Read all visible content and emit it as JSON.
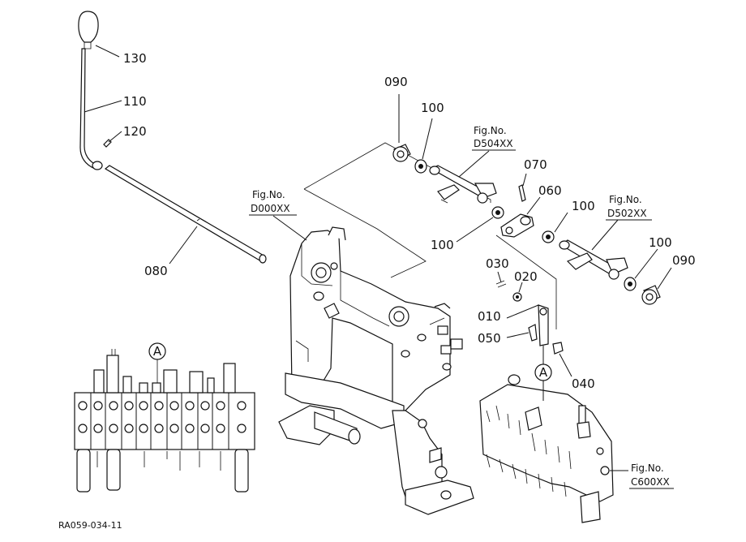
{
  "parts": {
    "p130": "130",
    "p110": "110",
    "p120": "120",
    "p080": "080",
    "p090a": "090",
    "p100a": "100",
    "p070": "070",
    "p060": "060",
    "p100b": "100",
    "p100c": "100",
    "p100d": "100",
    "p090b": "090",
    "p030": "030",
    "p020": "020",
    "p010": "010",
    "p050": "050",
    "p040": "040"
  },
  "refs": {
    "fig_prefix": "Fig.No.",
    "d504": "D504XX",
    "d000": "D000XX",
    "d502": "D502XX",
    "c600": "C600XX"
  },
  "callouts": {
    "a1": "A",
    "a2": "A"
  },
  "drawing_code": "RA059-034-11"
}
